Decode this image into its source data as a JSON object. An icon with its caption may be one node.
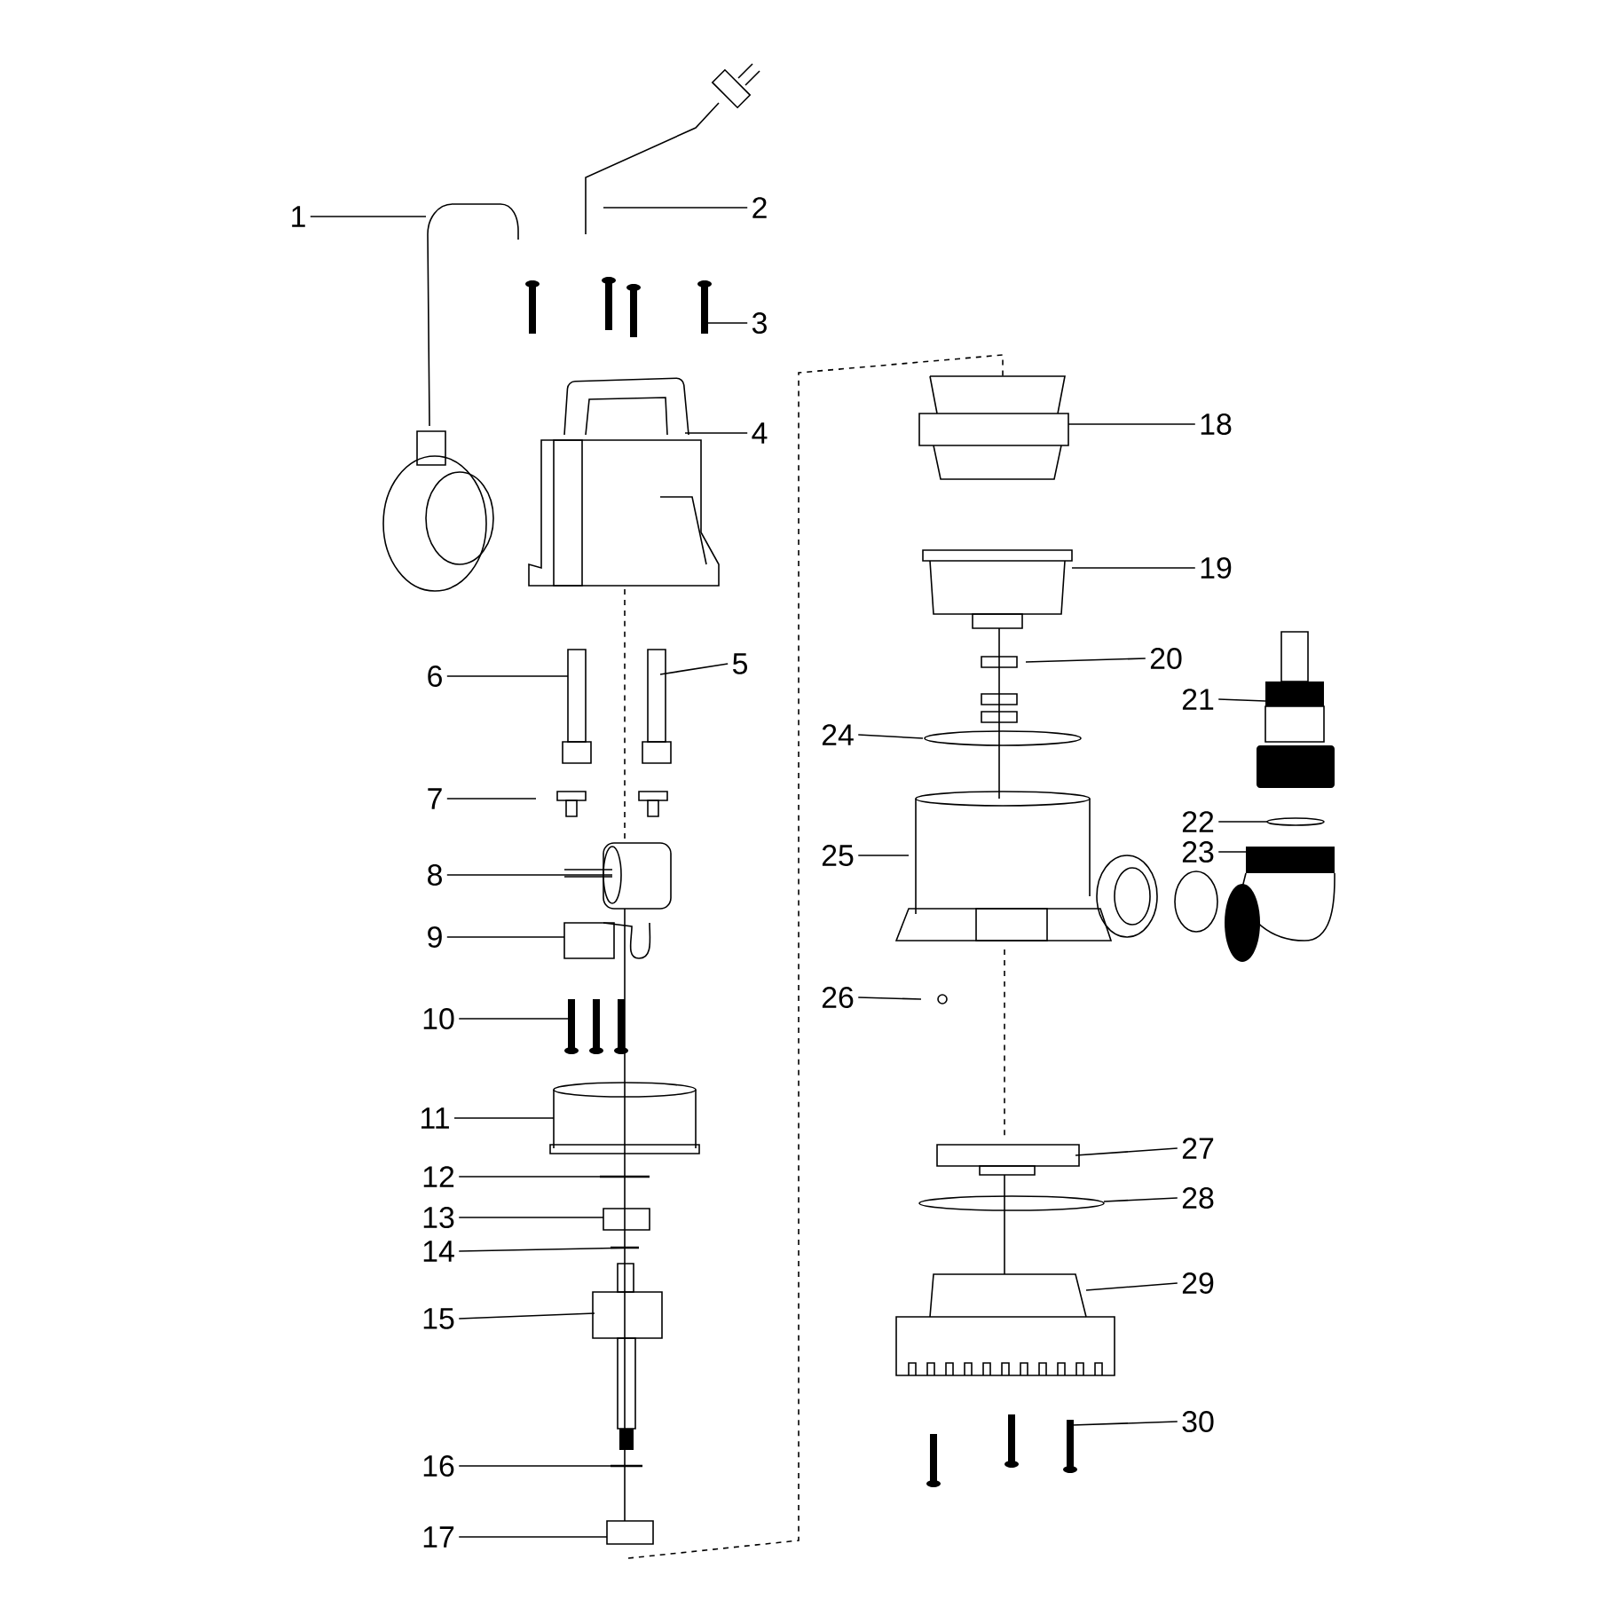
{
  "diagram": {
    "nodes": [
      {
        "text": [
          "1"
        ]
      },
      {
        "text": [
          "2"
        ]
      },
      {
        "text": [
          "3"
        ]
      },
      {
        "text": [
          "4"
        ]
      },
      {
        "text": [
          "5"
        ]
      },
      {
        "text": [
          "6"
        ]
      },
      {
        "text": [
          "7"
        ]
      },
      {
        "text": [
          "8"
        ]
      },
      {
        "text": [
          "9"
        ]
      },
      {
        "text": [
          "10"
        ]
      },
      {
        "text": [
          "11"
        ]
      },
      {
        "text": [
          "12"
        ]
      },
      {
        "text": [
          "13"
        ]
      },
      {
        "text": [
          "14"
        ]
      },
      {
        "text": [
          "15"
        ]
      },
      {
        "text": [
          "16"
        ]
      },
      {
        "text": [
          "17"
        ]
      },
      {
        "text": [
          "18"
        ]
      },
      {
        "text": [
          "19"
        ]
      },
      {
        "text": [
          "20"
        ]
      },
      {
        "text": [
          "21"
        ]
      },
      {
        "text": [
          "22"
        ]
      },
      {
        "text": [
          "23"
        ]
      },
      {
        "text": [
          "24"
        ]
      },
      {
        "text": [
          "25"
        ]
      },
      {
        "text": [
          "26"
        ]
      },
      {
        "text": [
          "27"
        ]
      },
      {
        "text": [
          "28"
        ]
      },
      {
        "text": [
          "29"
        ]
      },
      {
        "text": [
          "30"
        ]
      }
    ],
    "edges": [
      {
        "from": 0,
        "to": null,
        "arrow": "none"
      },
      {
        "from": 1,
        "to": null,
        "arrow": "none"
      },
      {
        "from": 2,
        "to": null,
        "arrow": "none"
      },
      {
        "from": 3,
        "to": null,
        "arrow": "none"
      },
      {
        "from": 4,
        "to": null,
        "arrow": "none"
      },
      {
        "from": 5,
        "to": null,
        "arrow": "none"
      },
      {
        "from": 6,
        "to": null,
        "arrow": "none"
      },
      {
        "from": 7,
        "to": null,
        "arrow": "none"
      },
      {
        "from": 8,
        "to": null,
        "arrow": "none"
      },
      {
        "from": 9,
        "to": null,
        "arrow": "none"
      },
      {
        "from": 10,
        "to": null,
        "arrow": "none"
      },
      {
        "from": 11,
        "to": null,
        "arrow": "none"
      },
      {
        "from": 12,
        "to": null,
        "arrow": "none"
      },
      {
        "from": 13,
        "to": null,
        "arrow": "none"
      },
      {
        "from": 14,
        "to": null,
        "arrow": "none"
      },
      {
        "from": 15,
        "to": null,
        "arrow": "none"
      },
      {
        "from": 16,
        "to": null,
        "arrow": "none"
      },
      {
        "from": 17,
        "to": null,
        "arrow": "none"
      },
      {
        "from": 18,
        "to": null,
        "arrow": "none"
      },
      {
        "from": 19,
        "to": null,
        "arrow": "none"
      },
      {
        "from": 20,
        "to": null,
        "arrow": "none"
      },
      {
        "from": 21,
        "to": null,
        "arrow": "none"
      },
      {
        "from": 22,
        "to": null,
        "arrow": "none"
      },
      {
        "from": 23,
        "to": null,
        "arrow": "none"
      },
      {
        "from": 24,
        "to": null,
        "arrow": "none"
      },
      {
        "from": 25,
        "to": null,
        "arrow": "none"
      },
      {
        "from": 26,
        "to": null,
        "arrow": "none"
      },
      {
        "from": 27,
        "to": null,
        "arrow": "none"
      },
      {
        "from": 28,
        "to": null,
        "arrow": "none"
      },
      {
        "from": 29,
        "to": null,
        "arrow": "none"
      }
    ]
  }
}
